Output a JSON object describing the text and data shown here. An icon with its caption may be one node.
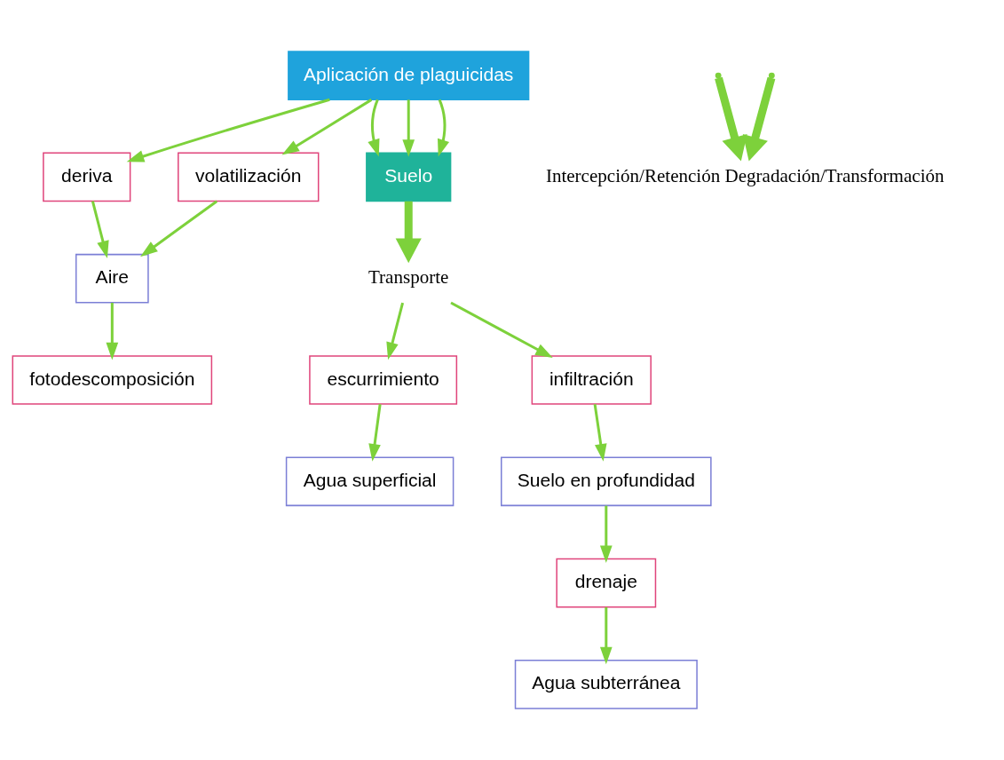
{
  "diagram": {
    "nodes": [
      {
        "text": [
          "Aplicación de plaguicidas"
        ]
      },
      {
        "text": [
          "deriva"
        ]
      },
      {
        "text": [
          "volatilización"
        ]
      },
      {
        "text": [
          "Aire"
        ]
      },
      {
        "text": [
          "fotodescomposición"
        ]
      },
      {
        "text": [
          "Suelo"
        ]
      },
      {
        "text": [
          "Intercepción/Retención Degradación/Transformación"
        ]
      },
      {
        "text": [
          "Transporte"
        ]
      },
      {
        "text": [
          "escurrimiento"
        ]
      },
      {
        "text": [
          "Agua superficial"
        ]
      },
      {
        "text": [
          "infiltración"
        ]
      },
      {
        "text": [
          "Suelo en profundidad"
        ]
      },
      {
        "text": [
          "drenaje"
        ]
      },
      {
        "text": [
          "Agua subterránea"
        ]
      }
    ],
    "edges": [
      {
        "from": 0,
        "to": 1,
        "arrow": "to"
      },
      {
        "from": 0,
        "to": 2,
        "arrow": "to"
      },
      {
        "from": 1,
        "to": 3,
        "arrow": "to"
      },
      {
        "from": 2,
        "to": 3,
        "arrow": "to"
      },
      {
        "from": 3,
        "to": 4,
        "arrow": "to"
      },
      {
        "from": 0,
        "to": 5,
        "arrow": "to"
      },
      {
        "from": 0,
        "to": 5,
        "arrow": "to"
      },
      {
        "from": 0,
        "to": 5,
        "arrow": "to"
      },
      {
        "from": null,
        "to": 6,
        "arrow": "to",
        "style": "thick"
      },
      {
        "from": null,
        "to": 6,
        "arrow": "to",
        "style": "thick"
      },
      {
        "from": 5,
        "to": 7,
        "arrow": "to",
        "style": "thick"
      },
      {
        "from": 7,
        "to": 8,
        "arrow": "to"
      },
      {
        "from": 8,
        "to": 9,
        "arrow": "to"
      },
      {
        "from": 7,
        "to": 10,
        "arrow": "to"
      },
      {
        "from": 10,
        "to": 11,
        "arrow": "to"
      },
      {
        "from": 11,
        "to": 12,
        "arrow": "to"
      },
      {
        "from": 12,
        "to": 13,
        "arrow": "to"
      }
    ]
  }
}
